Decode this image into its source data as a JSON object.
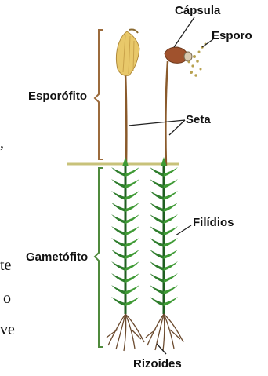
{
  "labels": {
    "capsula": "Cápsula",
    "esporo": "Esporo",
    "esporofito": "Esporófito",
    "seta": "Seta",
    "gametofito": "Gametófito",
    "filidios": "Filídios",
    "rizoides": "Rizoides"
  },
  "cropped_text": {
    "line1": ",",
    "line2": "te",
    "line3": "o",
    "line4": "ve"
  },
  "colors": {
    "esporofito_bracket": "#9c6b3c",
    "gametofito_bracket": "#4f8a3c",
    "ground_line": "#c8c27a",
    "leaf_dark": "#1f5e20",
    "leaf_light": "#4fa63a",
    "stalk": "#8a5a2b",
    "capsule_left": "#e8c86a",
    "capsule_right": "#a0522d",
    "root": "#6b4a2e"
  }
}
